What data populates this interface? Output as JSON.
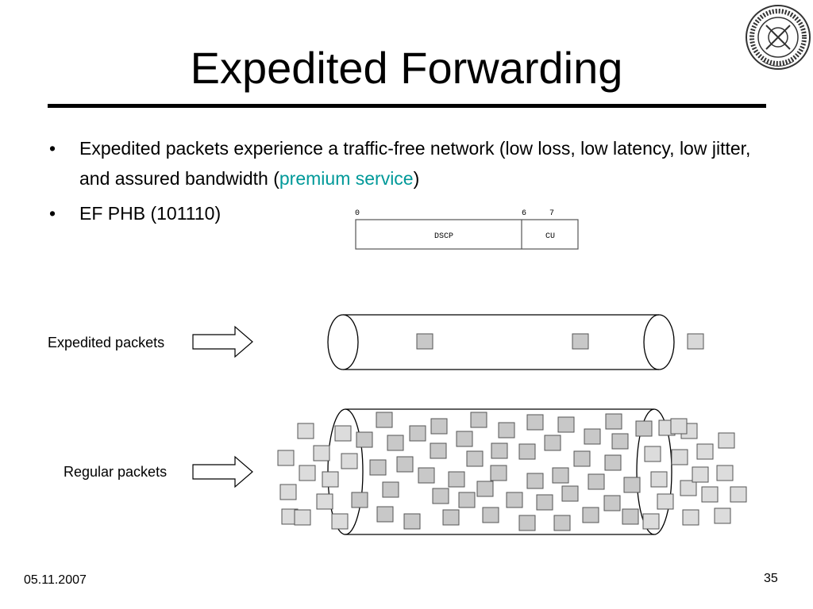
{
  "slide": {
    "title": "Expedited Forwarding",
    "bullets": [
      {
        "text_before": "Expedited packets experience a traffic-free network (low loss, low latency, low jitter, and assured bandwidth (",
        "highlight": "premium service",
        "text_after": ")"
      },
      {
        "text": "EF PHB (101110)"
      }
    ],
    "date": "05.11.2007",
    "page_number": "35",
    "accent_color": "#009999"
  },
  "dscp_field": {
    "bit_labels": [
      "0",
      "6",
      "7"
    ],
    "fields": [
      "DSCP",
      "CU"
    ]
  },
  "pipes": {
    "expedited_label": "Expedited packets",
    "regular_label": "Regular packets"
  },
  "logo": {
    "icon": "institute-seal-icon"
  }
}
